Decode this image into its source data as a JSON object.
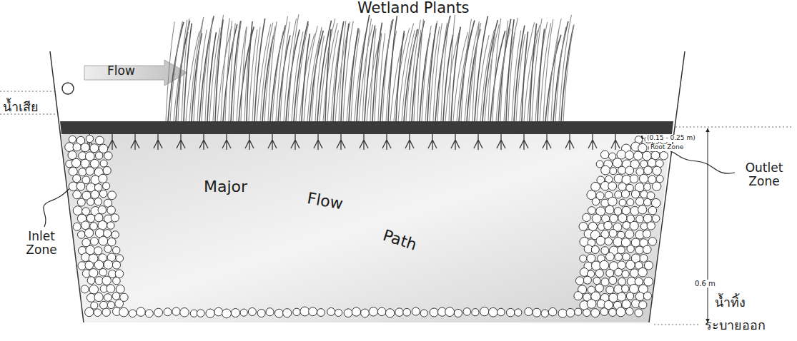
{
  "diagram": {
    "labels": [
      "Wetland Plants",
      "Flow",
      "น้ำเสีย",
      "Inlet Zone",
      "Major",
      "Flow",
      "Path",
      "(0.15 - 0.25 m)",
      "Root Zone",
      "Outlet Zone",
      "0.6 m",
      "น้ำทิ้ง",
      "ระบายออก"
    ]
  }
}
